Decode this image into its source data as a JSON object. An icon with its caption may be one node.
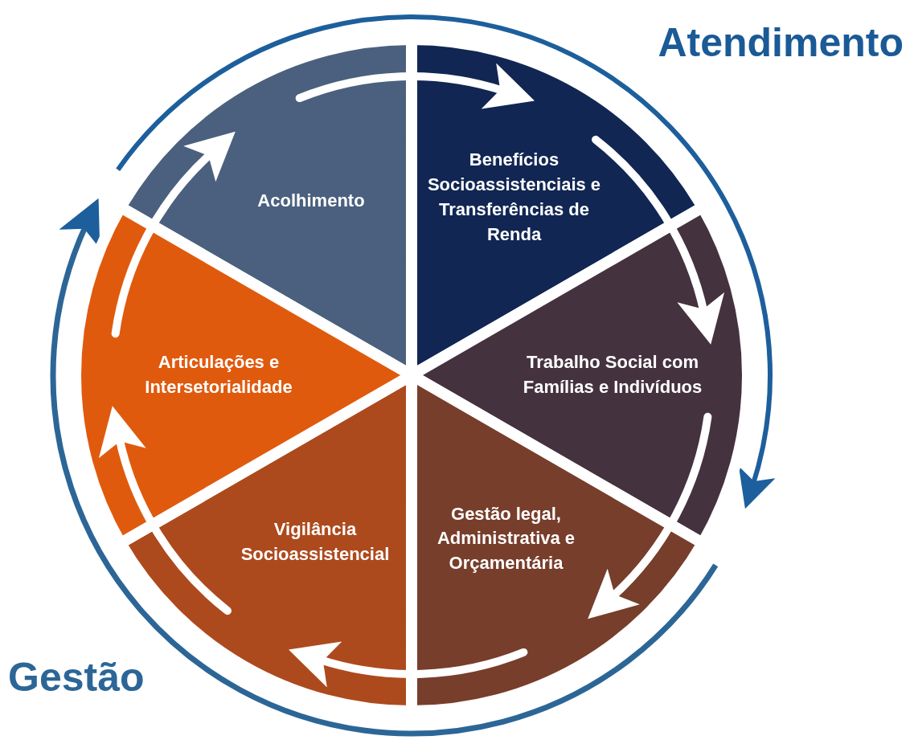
{
  "diagram": {
    "nodes": [
      {
        "text": [
          "Acolhimento"
        ]
      },
      {
        "text": [
          "Benefícios Socioassistenciais e Transferências de Renda"
        ]
      },
      {
        "text": [
          "Trabalho Social com Famílias e Indivíduos"
        ]
      },
      {
        "text": [
          "Gestão legal, Administrativa e Orçamentária"
        ]
      },
      {
        "text": [
          "Vigilância Socioassistencial"
        ]
      },
      {
        "text": [
          "Articulações e Intersetorialidade"
        ]
      }
    ],
    "edges": [
      {
        "from": 0,
        "to": 1,
        "arrow": "to"
      },
      {
        "from": 1,
        "to": 2,
        "arrow": "to"
      },
      {
        "from": 2,
        "to": 3,
        "arrow": "to"
      },
      {
        "from": 3,
        "to": 4,
        "arrow": "to"
      },
      {
        "from": 4,
        "to": 5,
        "arrow": "to"
      },
      {
        "from": 5,
        "to": 0,
        "arrow": "to"
      }
    ],
    "labels": [
      "Atendimento",
      "Gestão"
    ]
  }
}
